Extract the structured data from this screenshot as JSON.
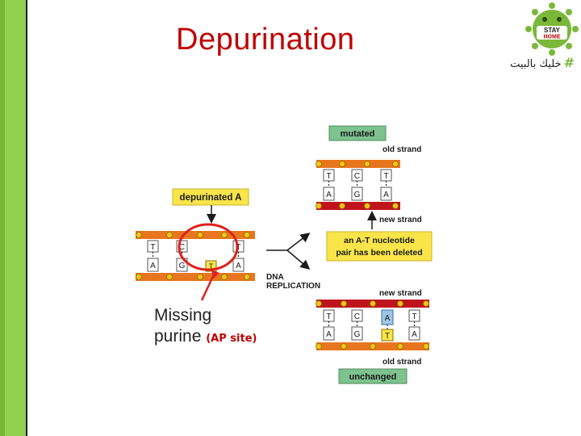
{
  "slide": {
    "title": "Depurination",
    "hashtag": "خليك بالبيت",
    "hash_symbol": "#",
    "badge": {
      "line1": "STAY",
      "line2": "HOME"
    },
    "caption": {
      "line1": "Missing",
      "line2": "purine",
      "note": "(AP site)"
    }
  },
  "diagram": {
    "depurinated_label": "depurinated A",
    "dna_replication": [
      "DNA",
      "REPLICATION"
    ],
    "mutated_label": "mutated",
    "unchanged_label": "unchanged",
    "old_strand": "old strand",
    "new_strand": "new strand",
    "deleted_note": [
      "an A-T nucleotide",
      "pair has been deleted"
    ],
    "original_pairs": [
      {
        "top": "T",
        "bottom": "A"
      },
      {
        "top": "C",
        "bottom": "G"
      },
      {
        "top": "",
        "bottom": "T"
      },
      {
        "top": "T",
        "bottom": "A"
      }
    ],
    "mutated_pairs": [
      {
        "top": "T",
        "bottom": "A"
      },
      {
        "top": "C",
        "bottom": "G"
      },
      {
        "top": "T",
        "bottom": "A"
      }
    ],
    "unchanged_pairs": [
      {
        "top": "T",
        "bottom": "A"
      },
      {
        "top": "C",
        "bottom": "G"
      },
      {
        "top": "A",
        "bottom": "T"
      },
      {
        "top": "T",
        "bottom": "A"
      }
    ]
  },
  "colors": {
    "title": "#c00000",
    "side_bar": "#92d050",
    "strand_old": "#e8761e",
    "strand_new": "#c0141c",
    "label_box_yellow": "#f9e54a",
    "label_box_green": "#7ec28f",
    "phosphate": "#f0c419",
    "highlight_ring": "#e0201a",
    "restored_base": "#9fc6e8"
  }
}
